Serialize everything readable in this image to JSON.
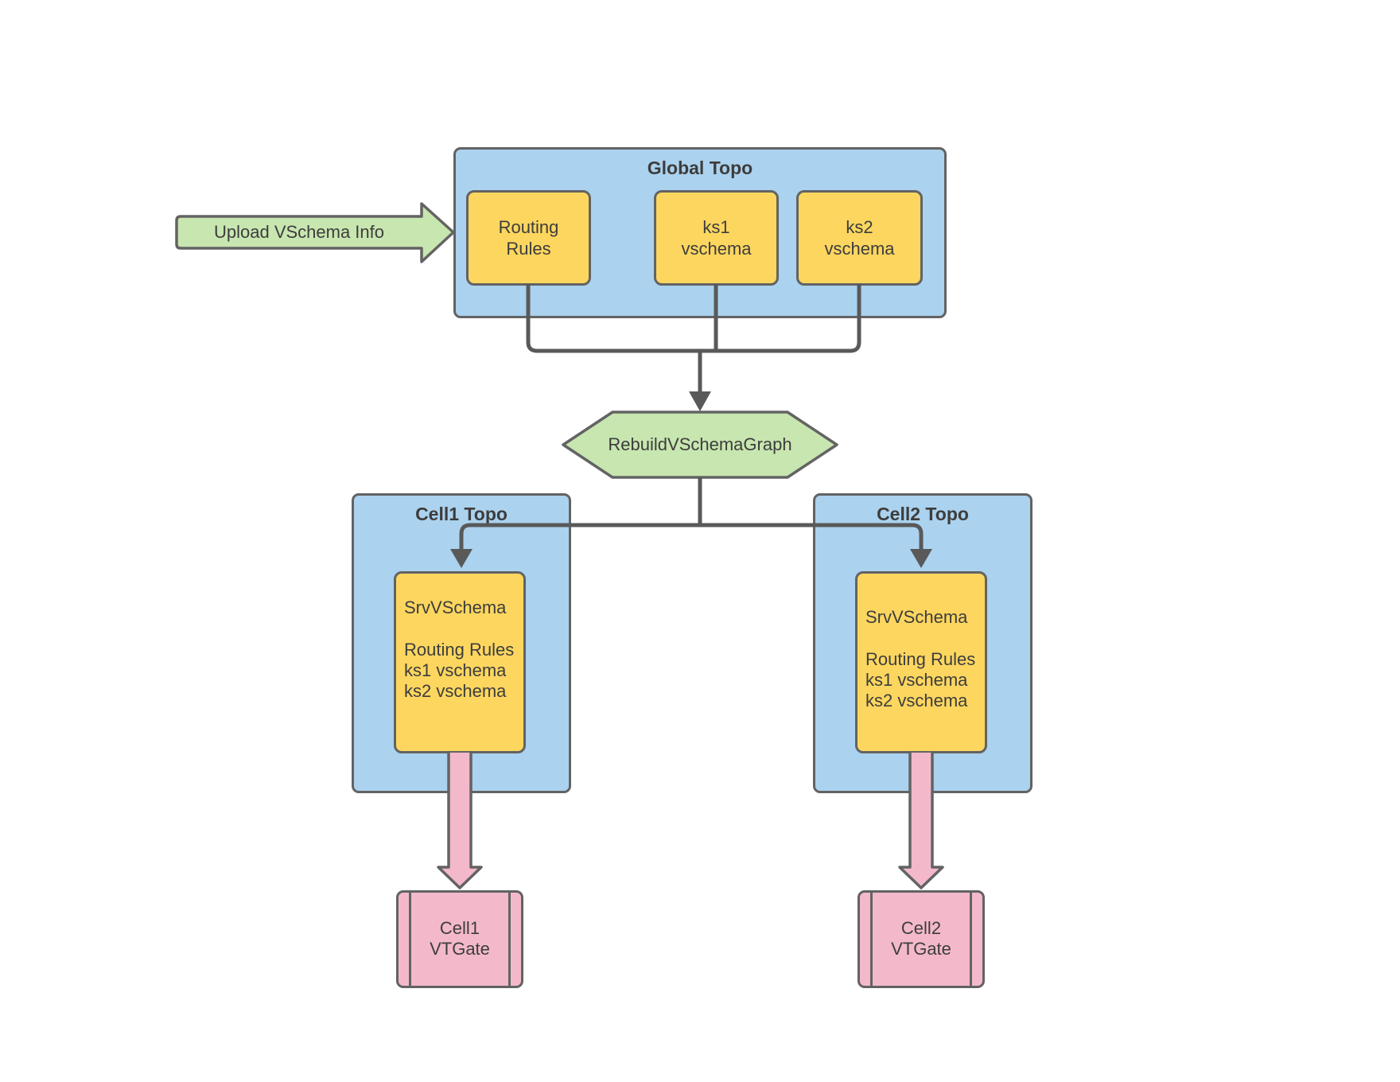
{
  "colors": {
    "container_fill": "#ABD2EE",
    "node_fill": "#FCD65F",
    "green_fill": "#C8E6B0",
    "pink_fill": "#F3B9CA",
    "stroke": "#636363",
    "connector": "#595959",
    "text": "#3D3D3D"
  },
  "upload_arrow": {
    "label": "Upload VSchema Info"
  },
  "global_topo": {
    "title": "Global Topo",
    "nodes": [
      {
        "line1": "Routing",
        "line2": "Rules"
      },
      {
        "line1": "ks1",
        "line2": "vschema"
      },
      {
        "line1": "ks2",
        "line2": "vschema"
      }
    ]
  },
  "rebuild_step": {
    "label": "RebuildVSchemaGraph"
  },
  "cells": [
    {
      "title": "Cell1 Topo",
      "srv_box": {
        "heading": "SrvVSchema",
        "items": [
          "Routing Rules",
          "ks1 vschema",
          "ks2 vschema"
        ]
      },
      "vtgate": {
        "line1": "Cell1",
        "line2": "VTGate"
      }
    },
    {
      "title": "Cell2 Topo",
      "srv_box": {
        "heading": "SrvVSchema",
        "items": [
          "Routing Rules",
          "ks1 vschema",
          "ks2 vschema"
        ]
      },
      "vtgate": {
        "line1": "Cell2",
        "line2": "VTGate"
      }
    }
  ]
}
